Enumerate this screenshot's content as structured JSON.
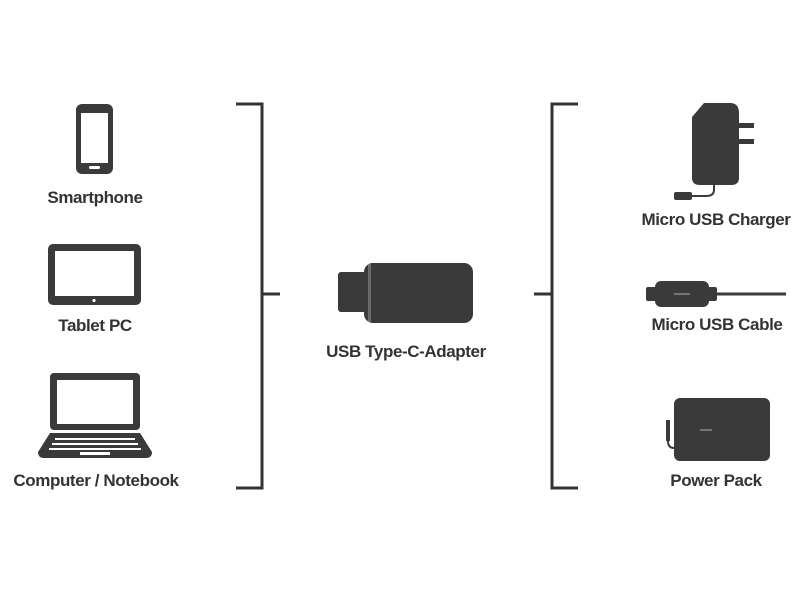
{
  "colors": {
    "ink": "#333333",
    "icon_fill": "#3a3a3a",
    "background": "#ffffff"
  },
  "left_devices": [
    {
      "label": "Smartphone",
      "icon": "smartphone-icon"
    },
    {
      "label": "Tablet PC",
      "icon": "tablet-icon"
    },
    {
      "label": "Computer / Notebook",
      "icon": "laptop-icon"
    }
  ],
  "center": {
    "label": "USB Type-C-Adapter",
    "icon": "usb-c-adapter-icon"
  },
  "right_devices": [
    {
      "label": "Micro USB Charger",
      "icon": "charger-icon"
    },
    {
      "label": "Micro USB Cable",
      "icon": "usb-cable-icon"
    },
    {
      "label": "Power Pack",
      "icon": "power-bank-icon"
    }
  ]
}
